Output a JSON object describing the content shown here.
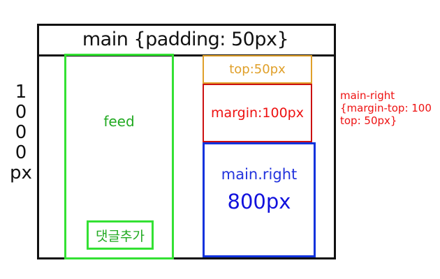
{
  "main": {
    "title": "main {padding: 50px}"
  },
  "height_label": {
    "chars": [
      "1",
      "0",
      "0",
      "0",
      "px"
    ]
  },
  "feed": {
    "label": "feed",
    "comment_button": "댓글추가"
  },
  "right_column": {
    "top_label": "top:50px",
    "margin_label": "margin:100px",
    "box_label": "main.right",
    "box_size": "800px"
  },
  "note": {
    "lines": [
      "main-right",
      "{margin-top: 100",
      "top: 50px}"
    ]
  },
  "colors": {
    "outline": "#111111",
    "feed": "#33e133",
    "top": "#e0a02a",
    "margin": "#cc1111",
    "right": "#1133dd",
    "note": "#ee1111"
  }
}
